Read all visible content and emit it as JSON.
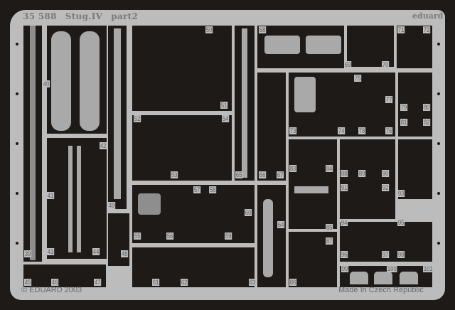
{
  "header": {
    "kit_number": "35 588",
    "model": "Stug.IV",
    "part": "part2",
    "brand": "eduard"
  },
  "footer": {
    "copyright": "© EDUARD 2003",
    "origin": "Made In Czech Republic"
  },
  "part_numbers": [
    "39",
    "40",
    "41",
    "42",
    "43",
    "44",
    "45",
    "46",
    "47",
    "48",
    "49",
    "50",
    "51",
    "52",
    "53",
    "54",
    "55",
    "56",
    "57",
    "58",
    "59",
    "60",
    "61",
    "62",
    "63",
    "64",
    "65",
    "66",
    "67",
    "68",
    "69",
    "70",
    "71",
    "72",
    "73",
    "74",
    "75",
    "76",
    "77",
    "78",
    "79",
    "80",
    "81",
    "82",
    "83",
    "84",
    "85",
    "86",
    "87",
    "88",
    "89",
    "90",
    "91",
    "92",
    "93",
    "94",
    "95",
    "96",
    "97",
    "98",
    "99",
    "100",
    "101"
  ],
  "colors": {
    "fret": "#bcbcbc",
    "background": "#1e1a18",
    "text": "#6a6a6a"
  }
}
